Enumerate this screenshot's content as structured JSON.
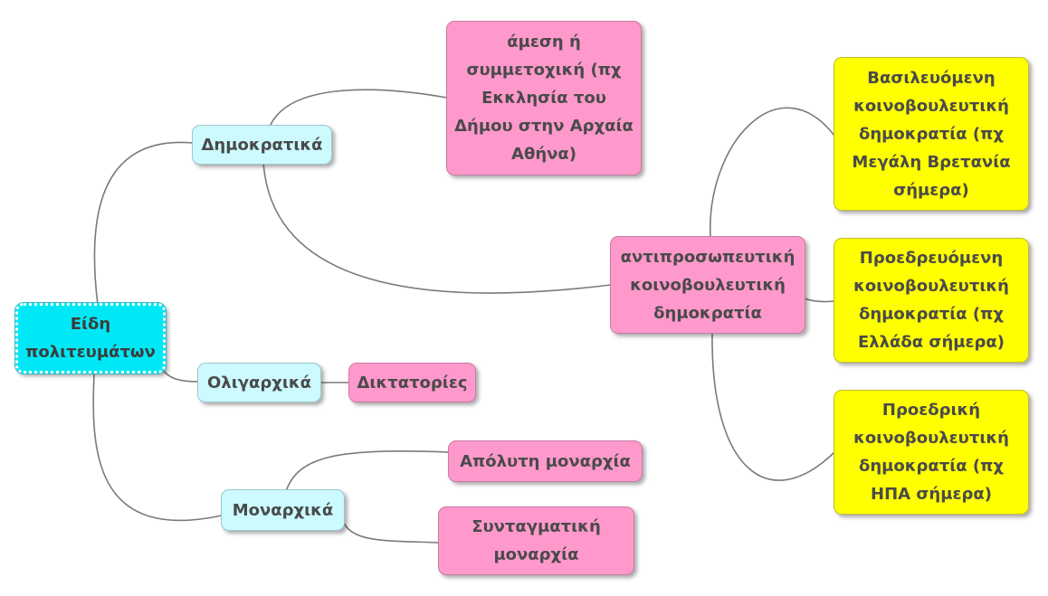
{
  "diagram": {
    "root": {
      "label": "Είδη πολιτευμάτων"
    },
    "democratic": {
      "label": "Δημοκρατικά"
    },
    "oligarchic": {
      "label": "Ολιγαρχικά"
    },
    "monarchic": {
      "label": "Μοναρχικά"
    },
    "direct": {
      "label": "άμεση ή συμμετοχική (πχ Εκκλησία του Δήμου στην Αρχαία Αθήνα)"
    },
    "representative": {
      "label": "αντιπροσωπευτική κοινοβουλευτική δημοκρατία"
    },
    "crowned": {
      "label": "Βασιλευόμενη κοινοβουλευτική δημοκρατία (πχ Μεγάλη Βρετανία σήμερα)"
    },
    "presided": {
      "label": "Προεδρευόμενη κοινοβουλευτική δημοκρατία (πχ Ελλάδα σήμερα)"
    },
    "presidential": {
      "label": "Προεδρική κοινοβουλευτική δημοκρατία (πχ ΗΠΑ σήμερα)"
    },
    "dictatorships": {
      "label": "Δικτατορίες"
    },
    "absolute": {
      "label": "Απόλυτη μοναρχία"
    },
    "constitutional": {
      "label": "Συνταγματική μοναρχία"
    }
  },
  "colors": {
    "root_fill": "#00e8f6",
    "category_fill": "#ccfaff",
    "leaf_pink": "#ff99cc",
    "leaf_yellow": "#ffff00",
    "connector": "#7a7a7a",
    "text": "#4a4a4a"
  }
}
